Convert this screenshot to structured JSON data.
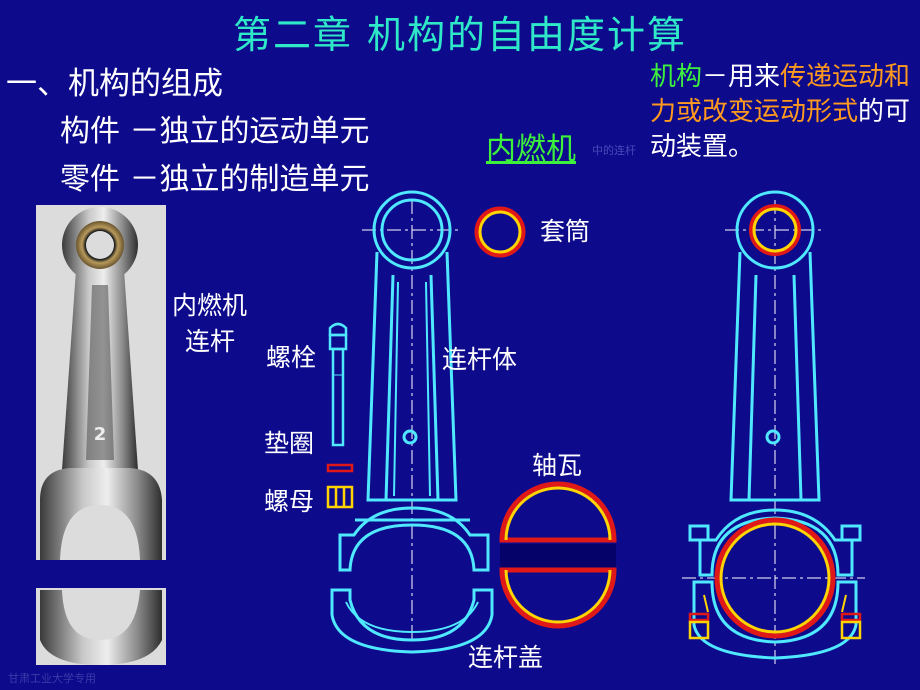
{
  "title": "第二章   机构的自由度计算",
  "section_heading": "一、机构的组成",
  "component_line": "构件 －独立的运动单元",
  "part_line": "零件 －独立的制造单元",
  "engine_link": "内燃机",
  "faint_text": "中的连杆",
  "definition": {
    "term": "机构",
    "dash": "－用来",
    "phrase1": "传递运动和力或改变运动形式",
    "rest": "的可动装置。"
  },
  "labels": {
    "rod_name_line1": "内燃机",
    "rod_name_line2": "连杆",
    "bolt": "螺栓",
    "washer": "垫圈",
    "nut": "螺母",
    "rod_body": "连杆体",
    "sleeve": "套筒",
    "bearing": "轴瓦",
    "cap": "连杆盖"
  },
  "footer": "甘肃工业大学专用",
  "colors": {
    "background": "#0d0a8c",
    "title": "#2ee8c8",
    "outline": "#4fe8ff",
    "highlight_green": "#3cf03c",
    "highlight_orange": "#ff9a1e",
    "bearing_red": "#e01818",
    "bearing_yellow": "#ffd400"
  }
}
